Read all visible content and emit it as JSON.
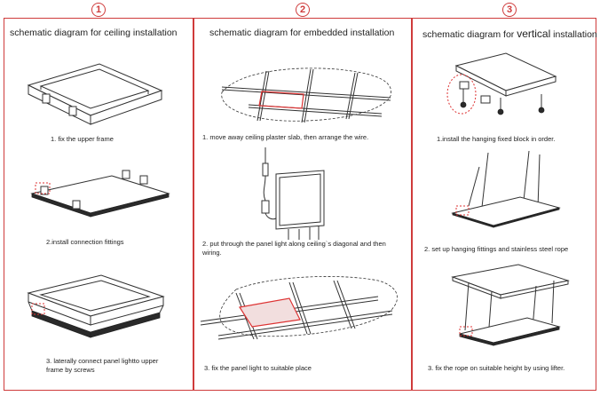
{
  "columns": [
    {
      "number": "1",
      "heading": "schematic diagram for ceiling installation",
      "steps": [
        "1. fix the upper frame",
        "2.install connection fittings",
        "3. laterally connect panel lightto upper frame by screws"
      ]
    },
    {
      "number": "2",
      "heading": "schematic diagram for embedded installation",
      "steps": [
        "1.   move away ceiling plaster slab, then arrange the wire.",
        "2.  put through the panel light along ceiling`s diagonal and then wiring.",
        "3.      fix the panel light to suitable place"
      ]
    },
    {
      "number": "3",
      "heading_pre": "schematic diagram for ",
      "heading_emph": "vertical",
      "heading_post": " installation",
      "steps": [
        "1.install the hanging fixed block in order.",
        "2. set up hanging fittings and stainless steel rope",
        "3. fix the rope on suitable height by using lifter."
      ]
    }
  ],
  "colors": {
    "accent": "#cf3b3b",
    "line": "#333333"
  }
}
